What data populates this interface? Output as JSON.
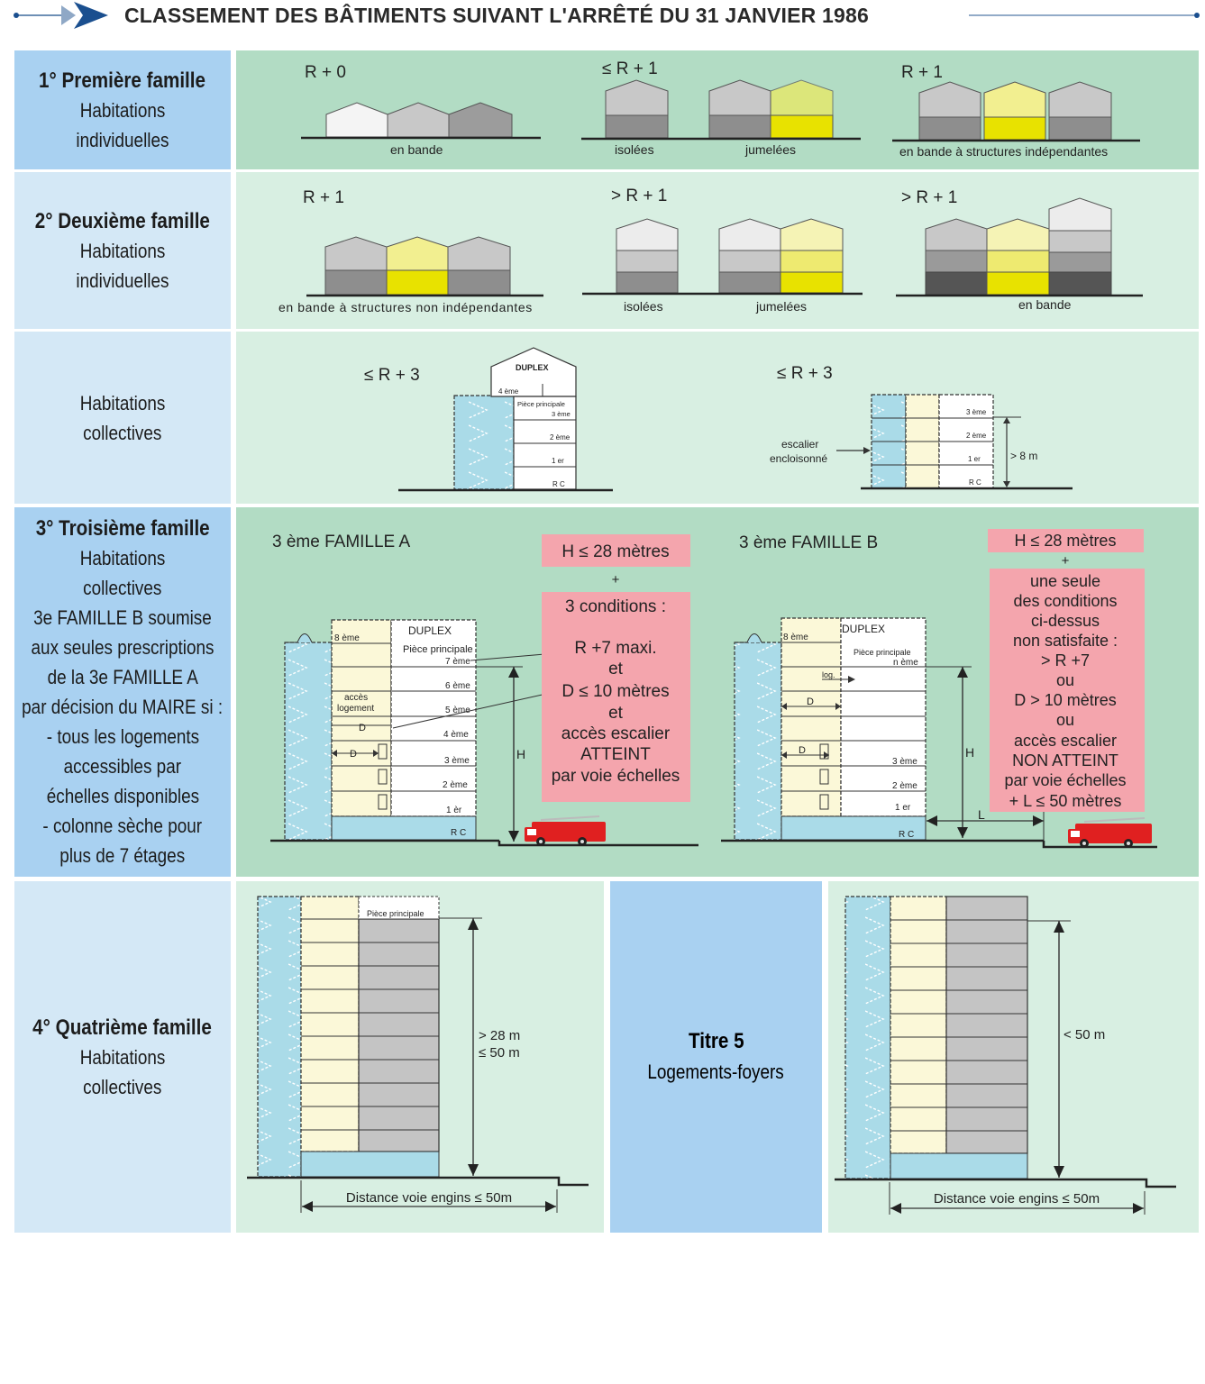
{
  "header": {
    "title": "CLASSEMENT DES BÂTIMENTS SUIVANT L'ARRÊTÉ DU 31 JANVIER 1986"
  },
  "rows": {
    "f1": {
      "title": "1° Première famille",
      "l1": "Habitations",
      "l2": "individuelles"
    },
    "f2": {
      "title": "2° Deuxième famille",
      "l1": "Habitations",
      "l2": "individuelles"
    },
    "coll": {
      "l1": "Habitations",
      "l2": "collectives"
    },
    "f3": {
      "title": "3° Troisième famille",
      "lines": [
        "Habitations",
        "collectives",
        "3e FAMILLE B soumise",
        "aux seules prescriptions",
        "de la 3e FAMILLE A",
        "par décision du MAIRE si :",
        "- tous les logements",
        "accessibles par",
        "échelles disponibles",
        "- colonne sèche pour",
        "plus de 7 étages"
      ]
    },
    "f4": {
      "title": "4° Quatrième famille",
      "l1": "Habitations",
      "l2": "collectives"
    },
    "t5": {
      "title": "Titre 5",
      "l1": "Logements-foyers"
    }
  },
  "f1": {
    "r0": "R + 0",
    "r1a": "≤ R + 1",
    "r1b": "R + 1",
    "bande": "en bande",
    "isolees": "isolées",
    "jumelees": "jumelées",
    "bande_ind": "en bande à structures indépendantes"
  },
  "f2": {
    "r1": "R + 1",
    "gr1a": "> R + 1",
    "gr1b": "> R + 1",
    "bande_non": "en bande à structures non indépendantes",
    "isolees": "isolées",
    "jumelees": "jumelées",
    "bande": "en bande"
  },
  "coll": {
    "r3a": "≤ R + 3",
    "r3b": "≤ R + 3",
    "duplex": "DUPLEX",
    "e4": "4 ème",
    "piece": "Pièce principale",
    "e3": "3 ème",
    "e2": "2 ème",
    "e1": "1 er",
    "rc": "R C",
    "escalier": "escalier",
    "encloisonne": "encloisonné",
    "h8": "> 8 m"
  },
  "f3": {
    "a_title": "3 ème FAMILLE A",
    "b_title": "3 ème FAMILLE B",
    "a_box1": "H ≤ 28 mètres",
    "a_plus": "+",
    "a_box2": [
      "3 conditions :",
      "",
      "R +7 maxi.",
      "et",
      "D ≤ 10 mètres",
      "et",
      "accès escalier",
      "ATTEINT",
      "par voie échelles"
    ],
    "b_box1": "H ≤ 28 mètres",
    "b_plus": "+",
    "b_box2": [
      "une seule",
      "des conditions",
      "ci-dessus",
      "non satisfaite :",
      "> R +7",
      "ou",
      "D > 10 mètres",
      "ou",
      "accès escalier",
      "NON ATTEINT",
      "par voie échelles",
      "+ L ≤ 50 mètres"
    ],
    "e8": "8 ème",
    "duplex": "DUPLEX",
    "piece": "Pièce principale",
    "e7": "7 ème",
    "e6": "6 ème",
    "e5": "5 ème",
    "e4": "4 ème",
    "e3": "3 ème",
    "e2": "2 ème",
    "e1": "1 èr",
    "e1b": "1 er",
    "rc": "R C",
    "acces": "accès",
    "logement": "logement",
    "d": "D",
    "h": "H",
    "l": "L",
    "log": "log.",
    "ne": "n ème"
  },
  "f4": {
    "piece": "Pièce principale",
    "h1": "> 28 m",
    "h2": "≤ 50 m",
    "dist": "Distance voie engins ≤ 50m",
    "hb": "< 50 m",
    "dist_b": "Distance voie engins ≤ 50m"
  },
  "colors": {
    "navy": "#1a4f8f",
    "pink": "#f4a5ad",
    "yellow": "#eeeb5c",
    "lightyellow": "#fbf8d8",
    "stair": "#aadbe8",
    "truck": "#e02020"
  }
}
